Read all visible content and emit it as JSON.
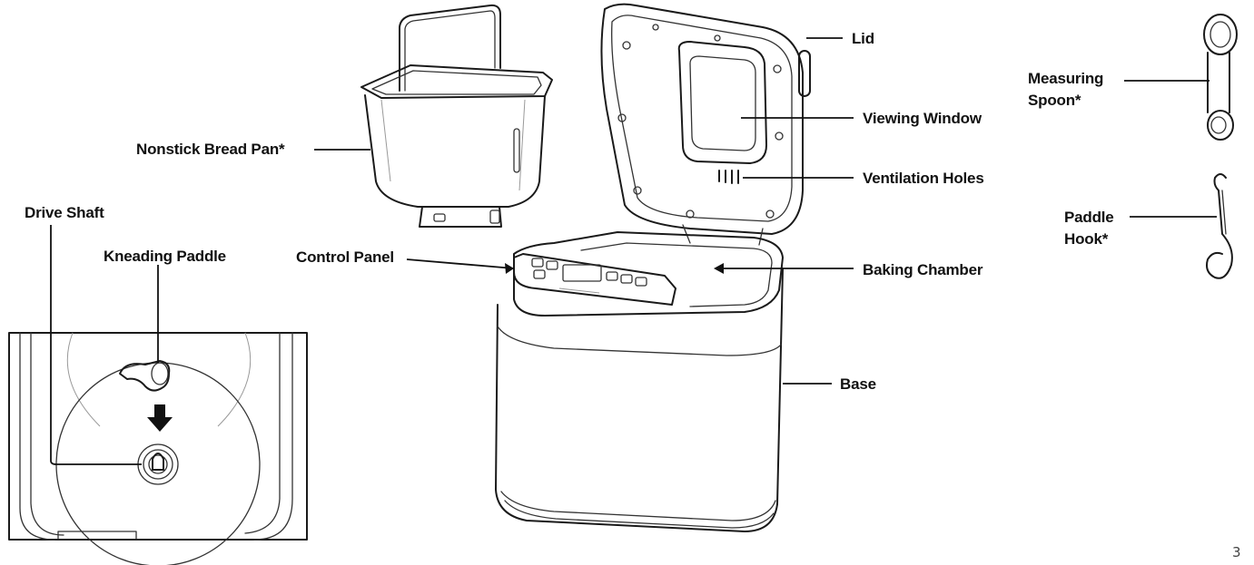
{
  "labels": {
    "lid": "Lid",
    "viewing_window": "Viewing Window",
    "ventilation_holes": "Ventilation Holes",
    "baking_chamber": "Baking Chamber",
    "base": "Base",
    "control_panel": "Control Panel",
    "nonstick_bread_pan": "Nonstick Bread Pan*",
    "drive_shaft": "Drive Shaft",
    "kneading_paddle": "Kneading Paddle",
    "measuring_spoon_line1": "Measuring",
    "measuring_spoon_line2": "Spoon*",
    "paddle_hook_line1": "Paddle",
    "paddle_hook_line2": "Hook*"
  },
  "page_number": "3"
}
